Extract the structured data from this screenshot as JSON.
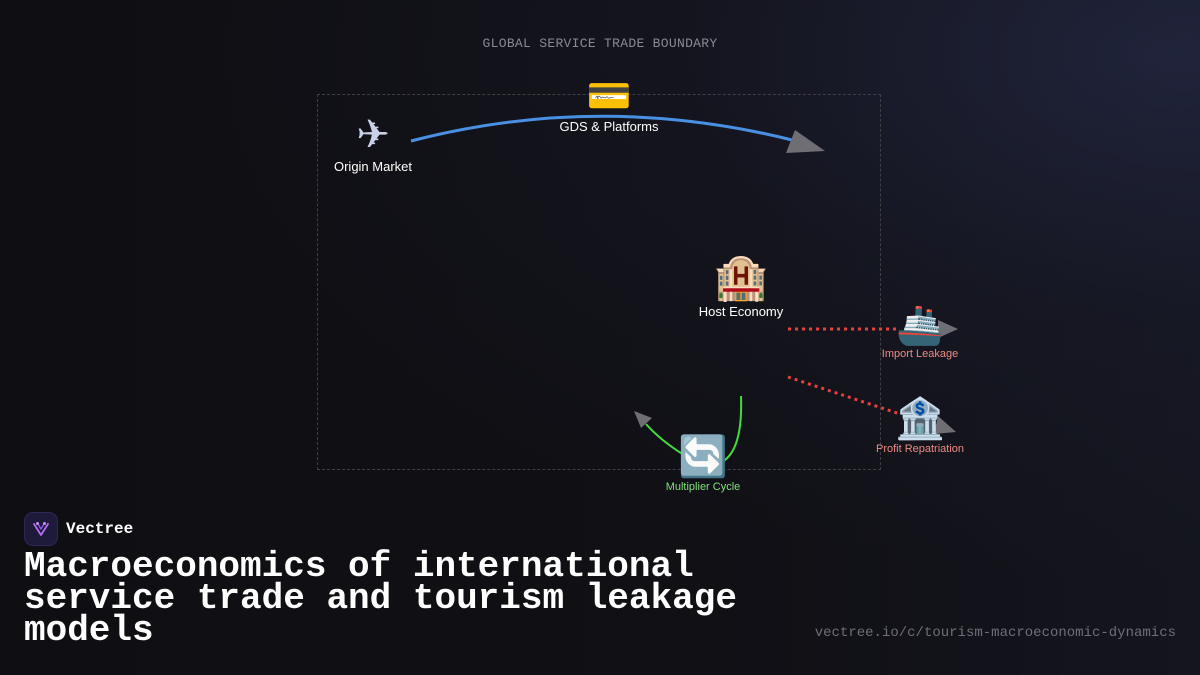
{
  "diagram": {
    "boundary_title": "GLOBAL SERVICE TRADE BOUNDARY",
    "nodes": {
      "origin_market": {
        "icon": "✈",
        "icon_name": "airplane-icon",
        "label": "Origin Market"
      },
      "gds_platforms": {
        "icon": "💳",
        "icon_name": "credit-card-icon",
        "label": "GDS & Platforms"
      },
      "host_economy": {
        "icon": "🏨",
        "icon_name": "hotel-icon",
        "label": "Host Economy"
      },
      "import_leakage": {
        "icon": "🚢",
        "icon_name": "ship-icon",
        "label": "Import Leakage"
      },
      "profit_repatriation": {
        "icon": "🏦",
        "icon_name": "bank-icon",
        "label": "Profit Repatriation"
      },
      "multiplier_cycle": {
        "icon": "🔄",
        "icon_name": "cycle-arrows-icon",
        "label": "Multiplier Cycle"
      }
    },
    "colors": {
      "main_flow": "#4a90e2",
      "leakage": "#e8403a",
      "multiplier": "#44dd3c",
      "arrowhead": "#6e6e74",
      "boundary": "#3e3e44"
    }
  },
  "brand": {
    "name": "Vectree"
  },
  "headline": "Macroeconomics of international service trade and tourism leakage models",
  "url": "vectree.io/c/tourism-macroeconomic-dynamics"
}
